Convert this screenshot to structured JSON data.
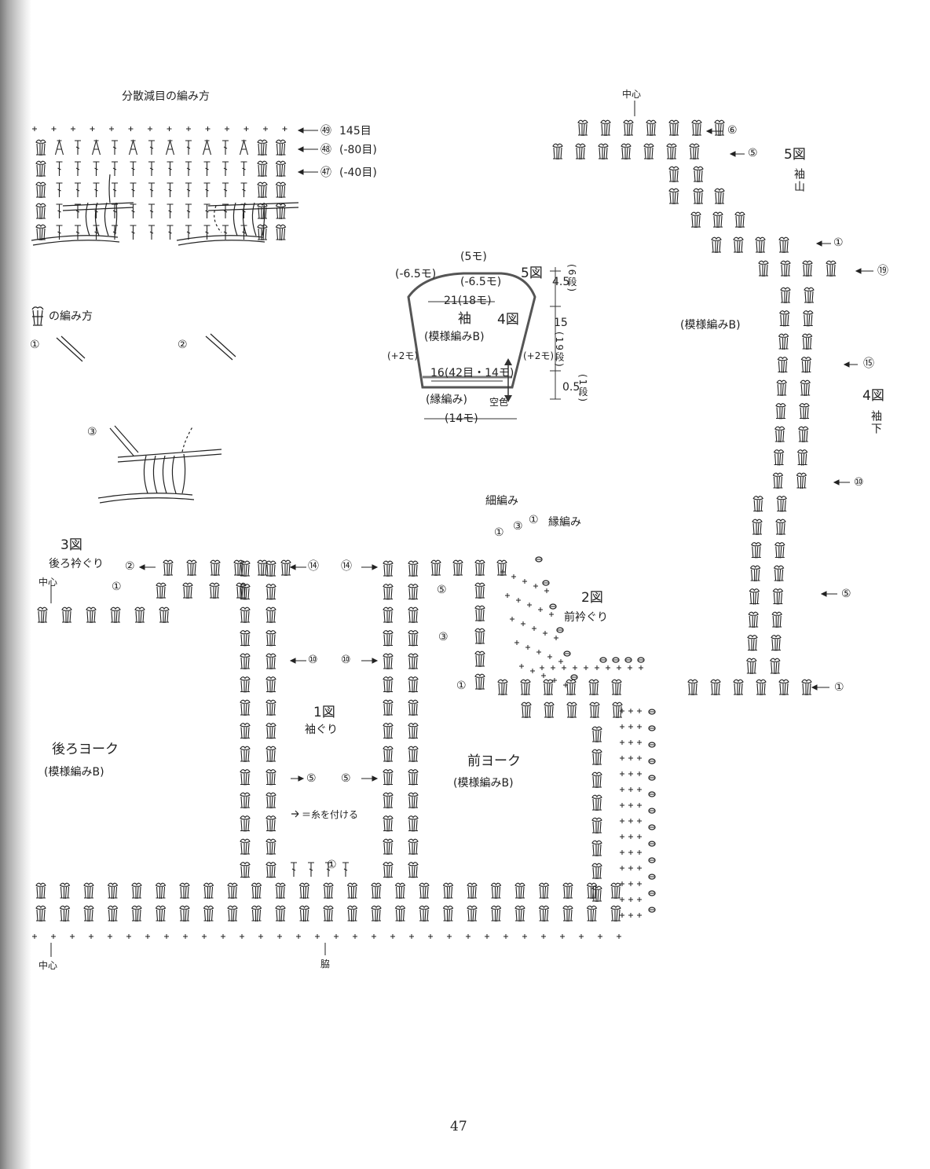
{
  "page_number": "47",
  "colors": {
    "ink": "#222222",
    "outline": "#555555",
    "paper": "#ffffff"
  },
  "decrease_section": {
    "title": "分散減目の編み方",
    "rows": [
      {
        "marker": "㊾",
        "text": "145目"
      },
      {
        "marker": "㊽",
        "text": "(-80目)"
      },
      {
        "marker": "㊼",
        "text": "(-40目)"
      }
    ]
  },
  "stitch_method": {
    "title": "の編み方",
    "symbol_icon": "cluster-stitch-icon",
    "step_labels": [
      "①",
      "②",
      "③"
    ]
  },
  "sleeve_schematic": {
    "top": "(5モ)",
    "left_top": "(-6.5モ)",
    "inner_top": "(-6.5モ)",
    "fig5": "5図",
    "width_main": "21(18モ)",
    "name": "袖",
    "pattern": "(模様編みB)",
    "fig4": "4図",
    "left_inc": "(+2モ)",
    "right_inc": "(+2モ)",
    "bottom_width": "16(42目・14モ)",
    "border": "(縁編み)",
    "color_note": "空色",
    "bottom": "(14モ)",
    "dim_top": "4.5",
    "dim_top_rows": "(6段)",
    "dim_mid": "15",
    "dim_mid_rows": "(19段)",
    "dim_bot": "0.5",
    "dim_bot_rows": "(1段)"
  },
  "sleeve_chart": {
    "center": "中心",
    "fig5": "5図",
    "fig5_name": "袖山",
    "pattern": "(模様編みB)",
    "fig4": "4図",
    "fig4_name": "袖下",
    "row_markers": [
      "⑥",
      "⑤",
      "①",
      "⑲",
      "⑮",
      "⑩",
      "⑤",
      "①"
    ]
  },
  "yoke_chart": {
    "fig3": "3図",
    "fig3_name": "後ろ衿ぐり",
    "back_markers": [
      "②",
      "①",
      "⑭",
      "⑩",
      "⑤"
    ],
    "center": "中心",
    "back_yoke": "後ろヨーク",
    "back_pattern": "(模様編みB)",
    "fig1": "1図",
    "fig1_name": "袖ぐり",
    "armhole_markers": [
      "⑭",
      "⑩",
      "⑤",
      "①"
    ],
    "yarn_note": "＝糸を付ける",
    "side": "脇",
    "front_yoke": "前ヨーク",
    "front_pattern": "(模様編みB)",
    "fig2": "2図",
    "fig2_name": "前衿ぐり",
    "sc_label": "細編み",
    "edge_label": "縁編み",
    "edge_markers": [
      "①",
      "③",
      "①"
    ],
    "front_markers": [
      "⑤",
      "③",
      "①"
    ]
  }
}
